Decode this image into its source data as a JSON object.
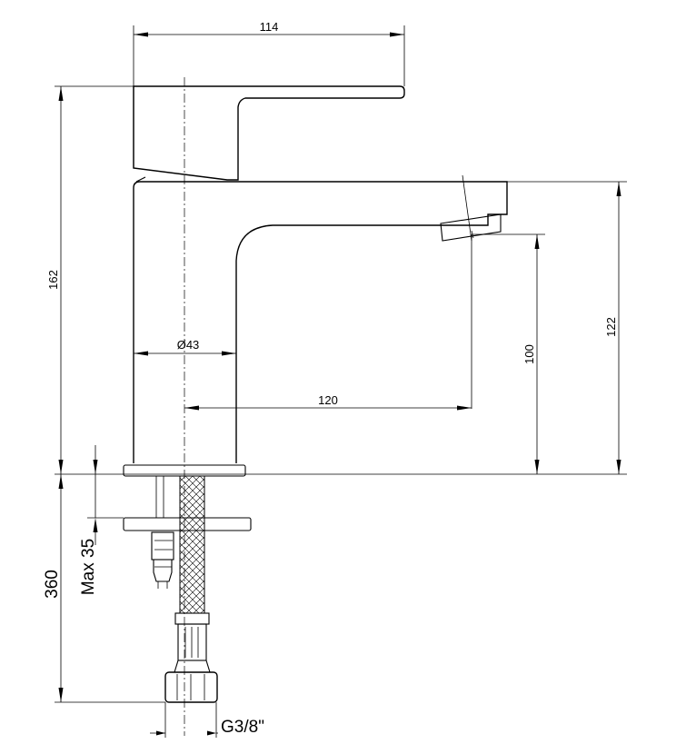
{
  "dimensions": {
    "top_width": "114",
    "total_height": "162",
    "spout_height": "122",
    "outlet_height": "100",
    "reach": "120",
    "body_diameter": "Ø43",
    "hose_length": "360",
    "max_thickness": "Max 35",
    "thread": "G3/8\""
  }
}
